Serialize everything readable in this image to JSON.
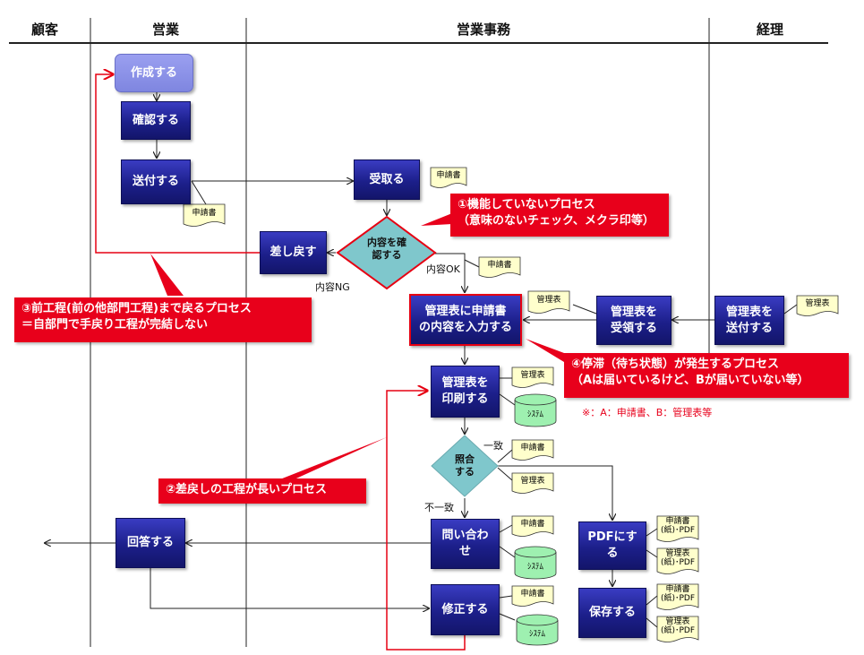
{
  "lanes": {
    "customer": "顧客",
    "sales": "営業",
    "sales_admin": "営業事務",
    "accounting": "経理"
  },
  "steps": {
    "create": "作成する",
    "confirm": "確認する",
    "send": "送付する",
    "receive": "受取る",
    "check_content": "内容を確\n認する",
    "send_back": "差し戻す",
    "input_table": "管理表に申請書\nの内容を入力する",
    "receive_table": "管理表を\n受領する",
    "send_table": "管理表を\n送付する",
    "print_table": "管理表を\n印刷する",
    "match": "照合\nする",
    "inquire": "問い合わ\nせ",
    "answer": "回答する",
    "fix": "修正する",
    "to_pdf": "PDFにす\nる",
    "save": "保存する"
  },
  "docs": {
    "application": "申請書",
    "table": "管理表",
    "system": "ｼｽﾃﾑ",
    "application_paper_pdf": "申請書\n(紙)･PDF",
    "table_paper_pdf": "管理表\n(紙)･PDF"
  },
  "branch_labels": {
    "ok": "内容OK",
    "ng": "内容NG",
    "match": "一致",
    "mismatch": "不一致"
  },
  "callouts": {
    "c1": "①機能していないプロセス\n（意味のないチェック、メクラ印等）",
    "c2": "②差戻しの工程が長いプロセス",
    "c3": "③前工程(前の他部門工程)まで戻るプロセス\n＝自部門で手戻り工程が完結しない",
    "c4": "④停滞（待ち状態）が発生するプロセス\n（Aは届いているけど、Bが届いていない等）"
  },
  "note": "※：A：申請書、B：管理表等",
  "colors": {
    "box": "#1c1f8a",
    "start_box": "#8a90e6",
    "decision": "#7fc7cc",
    "callout": "#e8001b",
    "doc_fill": "#ffffcc",
    "db_fill": "#9ef0b0"
  }
}
